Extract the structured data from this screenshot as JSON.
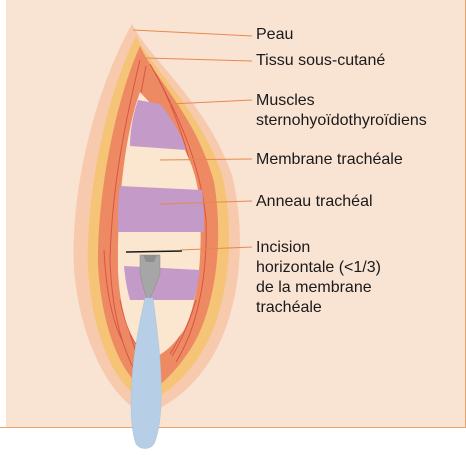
{
  "labels": {
    "skin": "Peau",
    "subcutaneous": "Tissu sous-cutané",
    "muscles_line1": "Muscles",
    "muscles_line2": "sternohyoïdothyroïdiens",
    "membrane": "Membrane trachéale",
    "ring": "Anneau trachéal",
    "incision_line1": "Incision",
    "incision_line2": "horizontale (<1/3)",
    "incision_line3": "de la membrane",
    "incision_line4": "trachéale"
  },
  "colors": {
    "background": "#f9e3d3",
    "skin": "#f7c9ad",
    "subcutaneous": "#f6c476",
    "muscle": "#ed8a63",
    "muscle_fibers": "#d94a3f",
    "membrane": "#fbe7cf",
    "ring": "#c49ac9",
    "instrument": "#b7cfe6",
    "blade": "#a6a6a6",
    "leader_line": "#e6894e",
    "frame": "#e7a36b"
  }
}
